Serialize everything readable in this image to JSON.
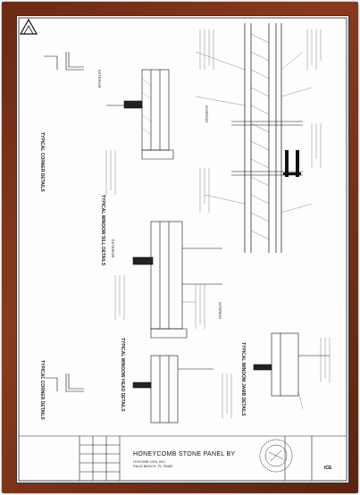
{
  "labels": {
    "typical_corner_details_top": "TYPICAL CORNER DETAILS",
    "typical_window_sill_details": "TYPICAL WINDOW SILL DETAILS",
    "typical_window_head_details": "TYPICAL WINDOW HEAD DETAILS",
    "typical_window_jamb_details": "TYPICAL WINDOW JAMB DETAILS",
    "typical_corner_details_bottom": "TYPICAL CORNER DETAILS",
    "interior_1": "INTERIOR",
    "interior_2": "INTERIOR",
    "exterior_1": "EXTERIOR",
    "exterior_2": "EXTERIOR"
  },
  "title_block": {
    "main": "HONEYCOMB STONE PANEL BY",
    "company": "HYDOMB USA, INC.",
    "address": "PALM BEACH, FL 33480"
  },
  "logo": {
    "text": "ICE"
  }
}
